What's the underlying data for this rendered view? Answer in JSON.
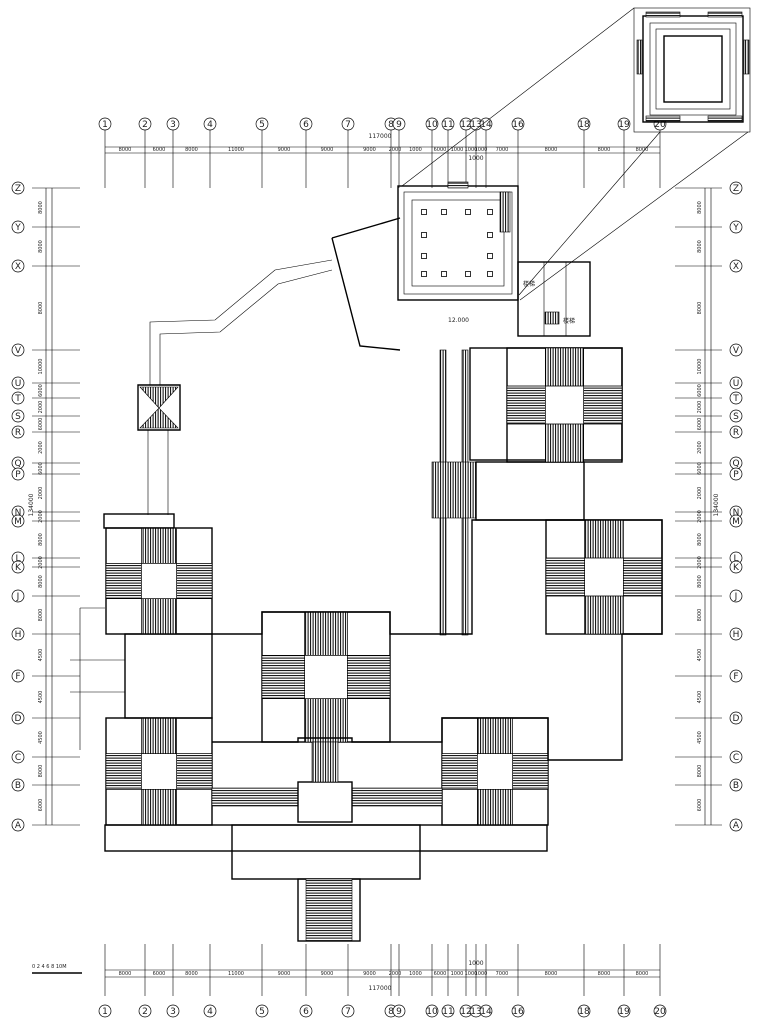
{
  "grid_x": {
    "labels": [
      "1",
      "2",
      "3",
      "4",
      "5",
      "6",
      "7",
      "8",
      "9",
      "10",
      "11",
      "12",
      "13",
      "14",
      "16",
      "18",
      "19",
      "20"
    ],
    "spacings": [
      "8000",
      "6000",
      "8000",
      "11000",
      "9000",
      "9000",
      "9000",
      "2000",
      "1000",
      "6000",
      "1000",
      "1000",
      "1000",
      "7000",
      "8000",
      "8000",
      "8000"
    ],
    "total": "117000",
    "sub_total": "1000"
  },
  "grid_y": {
    "labels": [
      "Z",
      "Y",
      "X",
      "V",
      "U",
      "T",
      "S",
      "R",
      "Q",
      "P",
      "N",
      "M",
      "L",
      "K",
      "J",
      "H",
      "F",
      "D",
      "C",
      "B",
      "A"
    ],
    "spacings": [
      "8000",
      "8000",
      "8000",
      "10000",
      "6000",
      "2000",
      "6000",
      "2000",
      "6000",
      "2000",
      "2000",
      "8000",
      "2000",
      "8000",
      "8000",
      "4500",
      "4500",
      "4500",
      "8000",
      "6000",
      "8000"
    ],
    "total": "134000"
  },
  "annotations": {
    "elevation": "12.000",
    "room_a": "楼梯",
    "room_b": "楼梯"
  },
  "scale_bar": {
    "label": "0 2 4 6 8 10M"
  }
}
